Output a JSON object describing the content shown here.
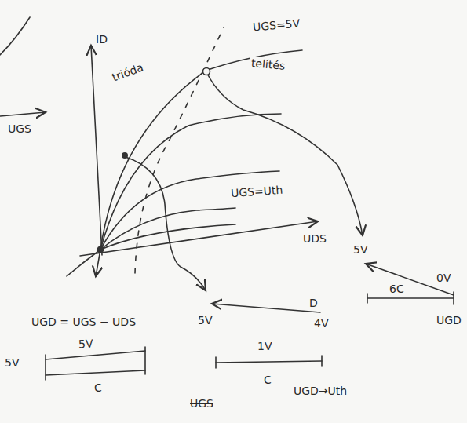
{
  "diagram": {
    "labels": [
      "UGS",
      "ID",
      "trióda",
      "UGS=5V",
      "telítés",
      "UGS=Uth",
      "UDS",
      "UGD = UGS − UDS",
      "5V",
      "5V",
      "C",
      "5V",
      "D",
      "4V",
      "1V",
      "C",
      "UGD→Uth",
      "UGS",
      "5V",
      "0V",
      "6C",
      "UGD"
    ]
  }
}
